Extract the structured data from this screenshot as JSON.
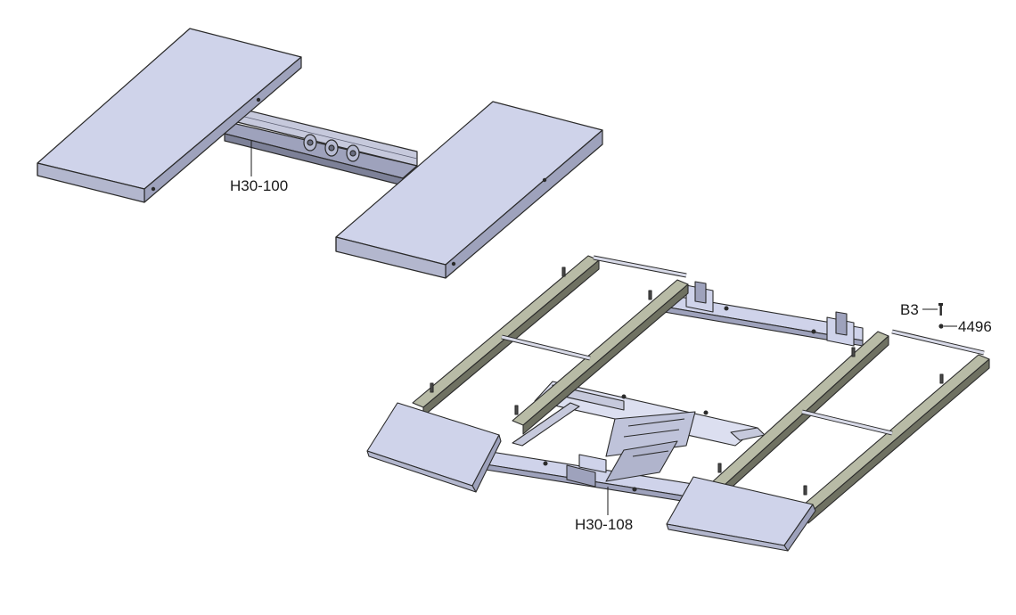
{
  "callouts": {
    "top_assembly": "H30-100",
    "bottom_assembly": "H30-108",
    "bolt": "B3",
    "nut": "4496"
  },
  "colors": {
    "panel_face": "#cfd3ea",
    "panel_edge": "#9ea2bc",
    "panel_dark": "#7d8198",
    "rail": "#b8bba6",
    "rail_dark": "#6f7162",
    "outline": "#2b2b2b",
    "background": "#ffffff"
  }
}
